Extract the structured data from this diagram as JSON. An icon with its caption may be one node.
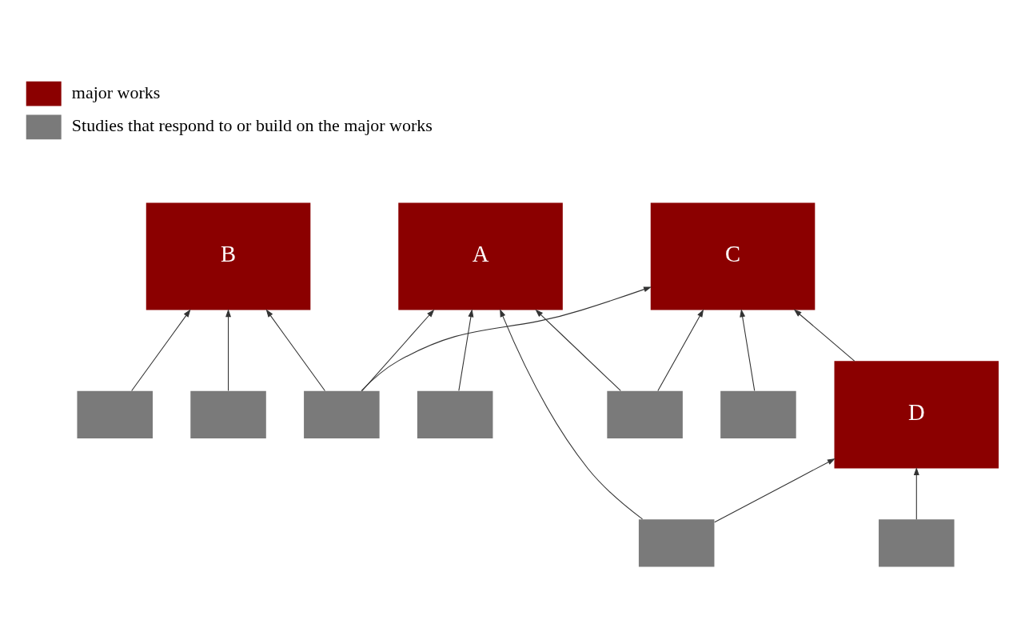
{
  "diagram": {
    "nodes": [
      {
        "text": [
          "B"
        ]
      },
      {
        "text": [],
        "shape": "box"
      },
      {
        "text": [],
        "shape": "box"
      },
      {
        "text": [
          "A"
        ]
      },
      {
        "text": [],
        "shape": "box"
      },
      {
        "text": [
          "C"
        ]
      },
      {
        "text": [],
        "shape": "box"
      },
      {
        "text": [],
        "shape": "box"
      },
      {
        "text": [],
        "shape": "box"
      },
      {
        "text": [],
        "shape": "box"
      },
      {
        "text": [
          "D"
        ]
      },
      {
        "text": [],
        "shape": "box"
      }
    ],
    "edges": [
      {
        "from": 1,
        "to": 0,
        "arrow": "to"
      },
      {
        "from": 2,
        "to": 0,
        "arrow": "to"
      },
      {
        "from": 4,
        "to": 0,
        "arrow": "to"
      },
      {
        "from": 4,
        "to": 3,
        "arrow": "to"
      },
      {
        "from": 4,
        "to": 5,
        "arrow": "to"
      },
      {
        "from": 6,
        "to": 3,
        "arrow": "to"
      },
      {
        "from": 7,
        "to": 3,
        "arrow": "to"
      },
      {
        "from": 7,
        "to": 10,
        "arrow": "to"
      },
      {
        "from": 8,
        "to": 3,
        "arrow": "to"
      },
      {
        "from": 8,
        "to": 5,
        "arrow": "to"
      },
      {
        "from": 9,
        "to": 5,
        "arrow": "to"
      },
      {
        "from": 10,
        "to": 5,
        "arrow": "to"
      },
      {
        "from": 11,
        "to": 10,
        "arrow": "to"
      }
    ],
    "legend": [
      {
        "text": "major works",
        "color": "#8b0000"
      },
      {
        "text": "Studies that respond to or build on the major works",
        "color": "#7a7a7a"
      }
    ]
  }
}
